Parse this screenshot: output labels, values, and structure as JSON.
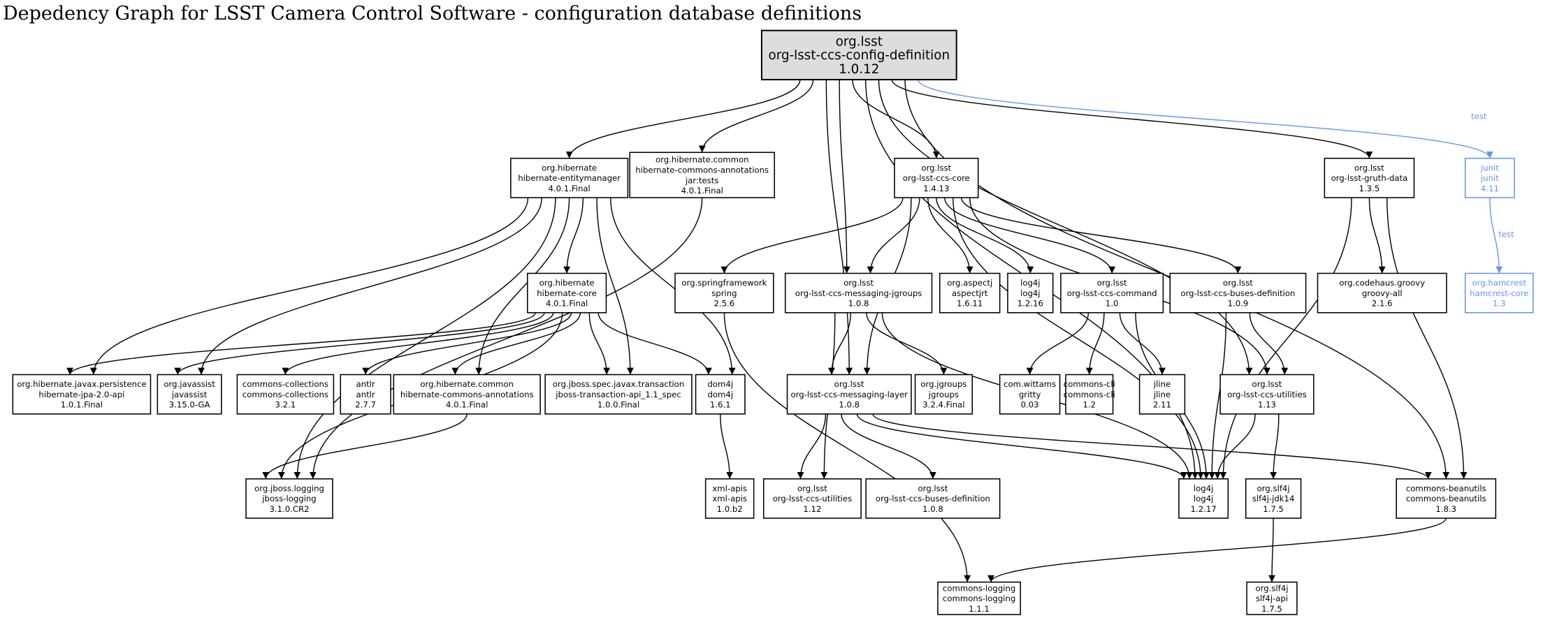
{
  "title": "Depedency Graph for LSST Camera Control Software - configuration database definitions",
  "colors": {
    "root_fill": "#dddddd",
    "test_scope": "#6495ed",
    "default": "#000000"
  },
  "nodes": [
    {
      "id": "root",
      "lines": [
        "org.lsst",
        "org-lsst-ccs-config-definition",
        "1.0.12"
      ],
      "root": true
    },
    {
      "id": "entitymanager",
      "lines": [
        "org.hibernate",
        "hibernate-entitymanager",
        "4.0.1.Final"
      ]
    },
    {
      "id": "hca_tests",
      "lines": [
        "org.hibernate.common",
        "hibernate-commons-annotations",
        "jar:tests",
        "4.0.1.Final"
      ]
    },
    {
      "id": "core",
      "lines": [
        "org.lsst",
        "org-lsst-ccs-core",
        "1.4.13"
      ]
    },
    {
      "id": "gruth",
      "lines": [
        "org.lsst",
        "org-lsst-gruth-data",
        "1.3.5"
      ]
    },
    {
      "id": "junit",
      "lines": [
        "junit",
        "junit",
        "4.11"
      ],
      "scope": "test"
    },
    {
      "id": "hcore",
      "lines": [
        "org.hibernate",
        "hibernate-core",
        "4.0.1.Final"
      ]
    },
    {
      "id": "spring",
      "lines": [
        "org.springframework",
        "spring",
        "2.5.6"
      ]
    },
    {
      "id": "jgroups_msg",
      "lines": [
        "org.lsst",
        "org-lsst-ccs-messaging-jgroups",
        "1.0.8"
      ]
    },
    {
      "id": "aspectj",
      "lines": [
        "org.aspectj",
        "aspectjrt",
        "1.6.11"
      ]
    },
    {
      "id": "log4j16",
      "lines": [
        "log4j",
        "log4j",
        "1.2.16"
      ]
    },
    {
      "id": "command",
      "lines": [
        "org.lsst",
        "org-lsst-ccs-command",
        "1.0"
      ]
    },
    {
      "id": "buses109",
      "lines": [
        "org.lsst",
        "org-lsst-ccs-buses-definition",
        "1.0.9"
      ]
    },
    {
      "id": "groovy",
      "lines": [
        "org.codehaus.groovy",
        "groovy-all",
        "2.1.6"
      ]
    },
    {
      "id": "hamcrest",
      "lines": [
        "org.hamcrest",
        "hamcrest-core",
        "1.3"
      ],
      "scope": "test"
    },
    {
      "id": "jpa",
      "lines": [
        "org.hibernate.javax.persistence",
        "hibernate-jpa-2.0-api",
        "1.0.1.Final"
      ]
    },
    {
      "id": "javassist",
      "lines": [
        "org.javassist",
        "javassist",
        "3.15.0-GA"
      ]
    },
    {
      "id": "collections",
      "lines": [
        "commons-collections",
        "commons-collections",
        "3.2.1"
      ]
    },
    {
      "id": "antlr",
      "lines": [
        "antlr",
        "antlr",
        "2.7.7"
      ]
    },
    {
      "id": "hca",
      "lines": [
        "org.hibernate.common",
        "hibernate-commons-annotations",
        "4.0.1.Final"
      ]
    },
    {
      "id": "jta",
      "lines": [
        "org.jboss.spec.javax.transaction",
        "jboss-transaction-api_1.1_spec",
        "1.0.0.Final"
      ]
    },
    {
      "id": "dom4j",
      "lines": [
        "dom4j",
        "dom4j",
        "1.6.1"
      ]
    },
    {
      "id": "msglayer",
      "lines": [
        "org.lsst",
        "org-lsst-ccs-messaging-layer",
        "1.0.8"
      ]
    },
    {
      "id": "jgroups",
      "lines": [
        "org.jgroups",
        "jgroups",
        "3.2.4.Final"
      ]
    },
    {
      "id": "gritty",
      "lines": [
        "com.wittams",
        "gritty",
        "0.03"
      ]
    },
    {
      "id": "cli",
      "lines": [
        "commons-cli",
        "commons-cli",
        "1.2"
      ]
    },
    {
      "id": "jline",
      "lines": [
        "jline",
        "jline",
        "2.11"
      ]
    },
    {
      "id": "util113",
      "lines": [
        "org.lsst",
        "org-lsst-ccs-utilities",
        "1.13"
      ]
    },
    {
      "id": "jbosslog",
      "lines": [
        "org.jboss.logging",
        "jboss-logging",
        "3.1.0.CR2"
      ]
    },
    {
      "id": "xmlapis",
      "lines": [
        "xml-apis",
        "xml-apis",
        "1.0.b2"
      ]
    },
    {
      "id": "util112",
      "lines": [
        "org.lsst",
        "org-lsst-ccs-utilities",
        "1.12"
      ]
    },
    {
      "id": "buses108",
      "lines": [
        "org.lsst",
        "org-lsst-ccs-buses-definition",
        "1.0.8"
      ]
    },
    {
      "id": "log4j17",
      "lines": [
        "log4j",
        "log4j",
        "1.2.17"
      ]
    },
    {
      "id": "slf4jjdk",
      "lines": [
        "org.slf4j",
        "slf4j-jdk14",
        "1.7.5"
      ]
    },
    {
      "id": "beanutils",
      "lines": [
        "commons-beanutils",
        "commons-beanutils",
        "1.8.3"
      ]
    },
    {
      "id": "clogging",
      "lines": [
        "commons-logging",
        "commons-logging",
        "1.1.1"
      ]
    },
    {
      "id": "slf4japi",
      "lines": [
        "org.slf4j",
        "slf4j-api",
        "1.7.5"
      ]
    }
  ],
  "edges": [
    [
      "root",
      "entitymanager"
    ],
    [
      "root",
      "hca_tests"
    ],
    [
      "root",
      "core"
    ],
    [
      "root",
      "jgroups_msg"
    ],
    [
      "root",
      "msglayer"
    ],
    [
      "root",
      "log4j17"
    ],
    [
      "root",
      "util113"
    ],
    [
      "root",
      "gruth"
    ],
    [
      "root",
      "beanutils"
    ],
    [
      "root",
      "junit",
      "test"
    ],
    [
      "entitymanager",
      "hcore"
    ],
    [
      "entitymanager",
      "jpa"
    ],
    [
      "entitymanager",
      "javassist"
    ],
    [
      "entitymanager",
      "hca"
    ],
    [
      "entitymanager",
      "jta"
    ],
    [
      "entitymanager",
      "dom4j"
    ],
    [
      "entitymanager",
      "jbosslog"
    ],
    [
      "hca_tests",
      "jbosslog"
    ],
    [
      "core",
      "spring"
    ],
    [
      "core",
      "jgroups_msg"
    ],
    [
      "core",
      "aspectj"
    ],
    [
      "core",
      "log4j16"
    ],
    [
      "core",
      "command"
    ],
    [
      "core",
      "buses109"
    ],
    [
      "core",
      "msglayer"
    ],
    [
      "core",
      "util113"
    ],
    [
      "core",
      "log4j17"
    ],
    [
      "gruth",
      "groovy"
    ],
    [
      "gruth",
      "log4j17"
    ],
    [
      "gruth",
      "beanutils"
    ],
    [
      "junit",
      "hamcrest",
      "test"
    ],
    [
      "hcore",
      "jpa"
    ],
    [
      "hcore",
      "javassist"
    ],
    [
      "hcore",
      "collections"
    ],
    [
      "hcore",
      "antlr"
    ],
    [
      "hcore",
      "hca"
    ],
    [
      "hcore",
      "jta"
    ],
    [
      "hcore",
      "dom4j"
    ],
    [
      "hcore",
      "jbosslog"
    ],
    [
      "spring",
      "clogging"
    ],
    [
      "jgroups_msg",
      "msglayer"
    ],
    [
      "jgroups_msg",
      "jgroups"
    ],
    [
      "jgroups_msg",
      "util112"
    ],
    [
      "jgroups_msg",
      "log4j17"
    ],
    [
      "command",
      "gritty"
    ],
    [
      "command",
      "cli"
    ],
    [
      "command",
      "jline"
    ],
    [
      "command",
      "log4j17"
    ],
    [
      "buses109",
      "util113"
    ],
    [
      "buses109",
      "log4j17"
    ],
    [
      "hca",
      "jbosslog"
    ],
    [
      "dom4j",
      "xmlapis"
    ],
    [
      "msglayer",
      "util112"
    ],
    [
      "msglayer",
      "buses108"
    ],
    [
      "msglayer",
      "log4j17"
    ],
    [
      "msglayer",
      "beanutils"
    ],
    [
      "util113",
      "log4j17"
    ],
    [
      "util113",
      "slf4jjdk"
    ],
    [
      "beanutils",
      "clogging"
    ],
    [
      "slf4jjdk",
      "slf4japi"
    ]
  ],
  "edge_label_test": "test"
}
